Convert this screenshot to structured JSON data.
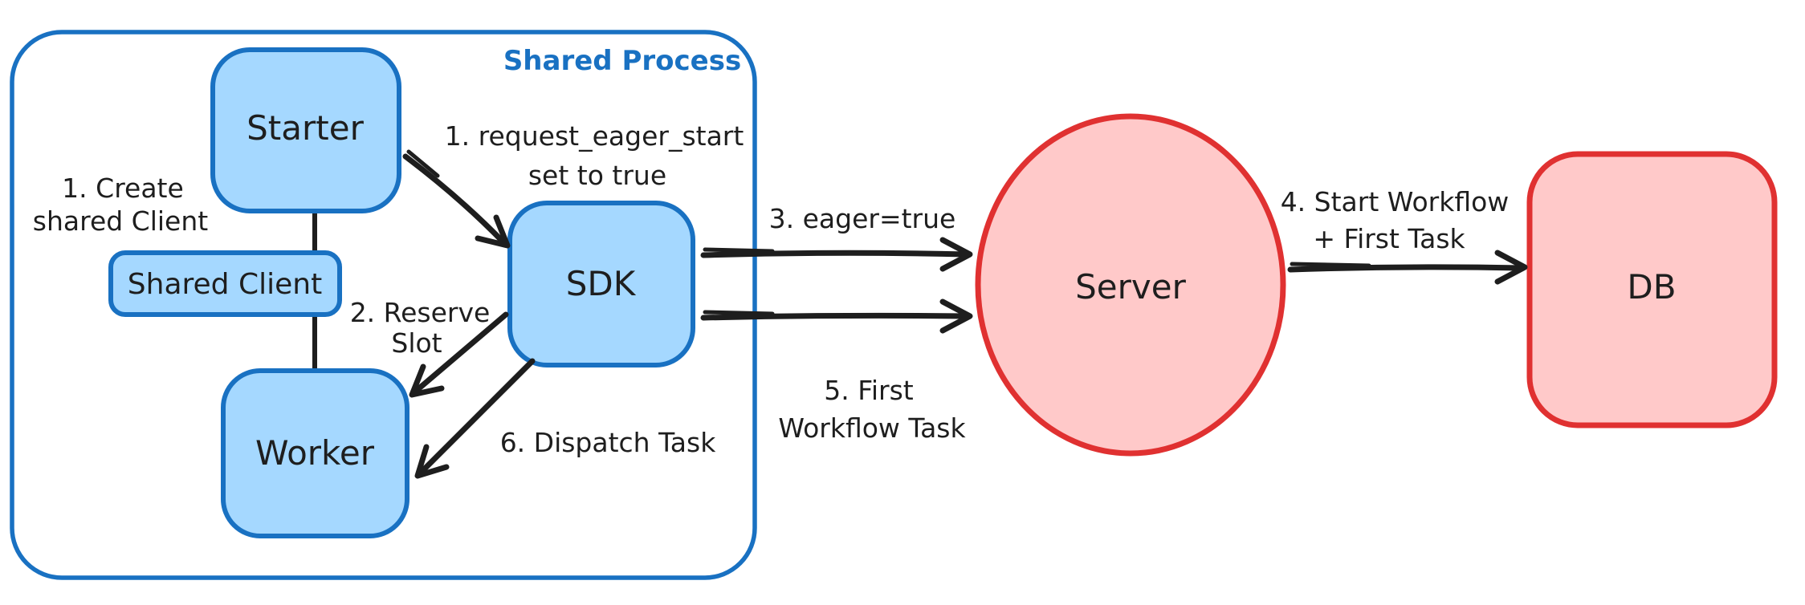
{
  "diagram": {
    "container": {
      "label": "Shared Process"
    },
    "nodes": {
      "starter": "Starter",
      "shared_client": "Shared Client",
      "worker": "Worker",
      "sdk": "SDK",
      "server": "Server",
      "db": "DB"
    },
    "annotations": {
      "create_shared_client": {
        "lines": [
          "1. Create",
          "shared Client"
        ]
      },
      "request_eager_start": {
        "lines": [
          "1. request_eager_start",
          "set to true"
        ]
      },
      "reserve_slot": {
        "lines": [
          "2. Reserve",
          "Slot"
        ]
      },
      "eager_true": {
        "lines": [
          "3. eager=true"
        ]
      },
      "start_workflow": {
        "lines": [
          "4. Start Workflow",
          "+ First Task"
        ]
      },
      "first_workflow_task": {
        "lines": [
          "5. First",
          "Workflow Task"
        ]
      },
      "dispatch_task": {
        "lines": [
          "6. Dispatch Task"
        ]
      }
    },
    "colors": {
      "blue_stroke": "#1971c2",
      "blue_fill": "#a5d8ff",
      "red_stroke": "#e03131",
      "red_fill": "#ffc9c9",
      "ink": "#1e1e1e",
      "background": "#ffffff"
    }
  }
}
